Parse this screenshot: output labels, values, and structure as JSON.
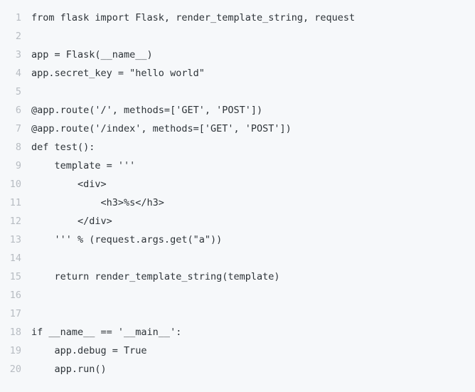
{
  "editor": {
    "lines": [
      {
        "number": "1",
        "code": "from flask import Flask, render_template_string, request"
      },
      {
        "number": "2",
        "code": ""
      },
      {
        "number": "3",
        "code": "app = Flask(__name__)"
      },
      {
        "number": "4",
        "code": "app.secret_key = \"hello world\""
      },
      {
        "number": "5",
        "code": ""
      },
      {
        "number": "6",
        "code": "@app.route('/', methods=['GET', 'POST'])"
      },
      {
        "number": "7",
        "code": "@app.route('/index', methods=['GET', 'POST'])"
      },
      {
        "number": "8",
        "code": "def test():"
      },
      {
        "number": "9",
        "code": "    template = '''"
      },
      {
        "number": "10",
        "code": "        <div>"
      },
      {
        "number": "11",
        "code": "            <h3>%s</h3>"
      },
      {
        "number": "12",
        "code": "        </div>"
      },
      {
        "number": "13",
        "code": "    ''' % (request.args.get(\"a\"))"
      },
      {
        "number": "14",
        "code": ""
      },
      {
        "number": "15",
        "code": "    return render_template_string(template)"
      },
      {
        "number": "16",
        "code": ""
      },
      {
        "number": "17",
        "code": ""
      },
      {
        "number": "18",
        "code": "if __name__ == '__main__':"
      },
      {
        "number": "19",
        "code": "    app.debug = True"
      },
      {
        "number": "20",
        "code": "    app.run()"
      }
    ]
  }
}
